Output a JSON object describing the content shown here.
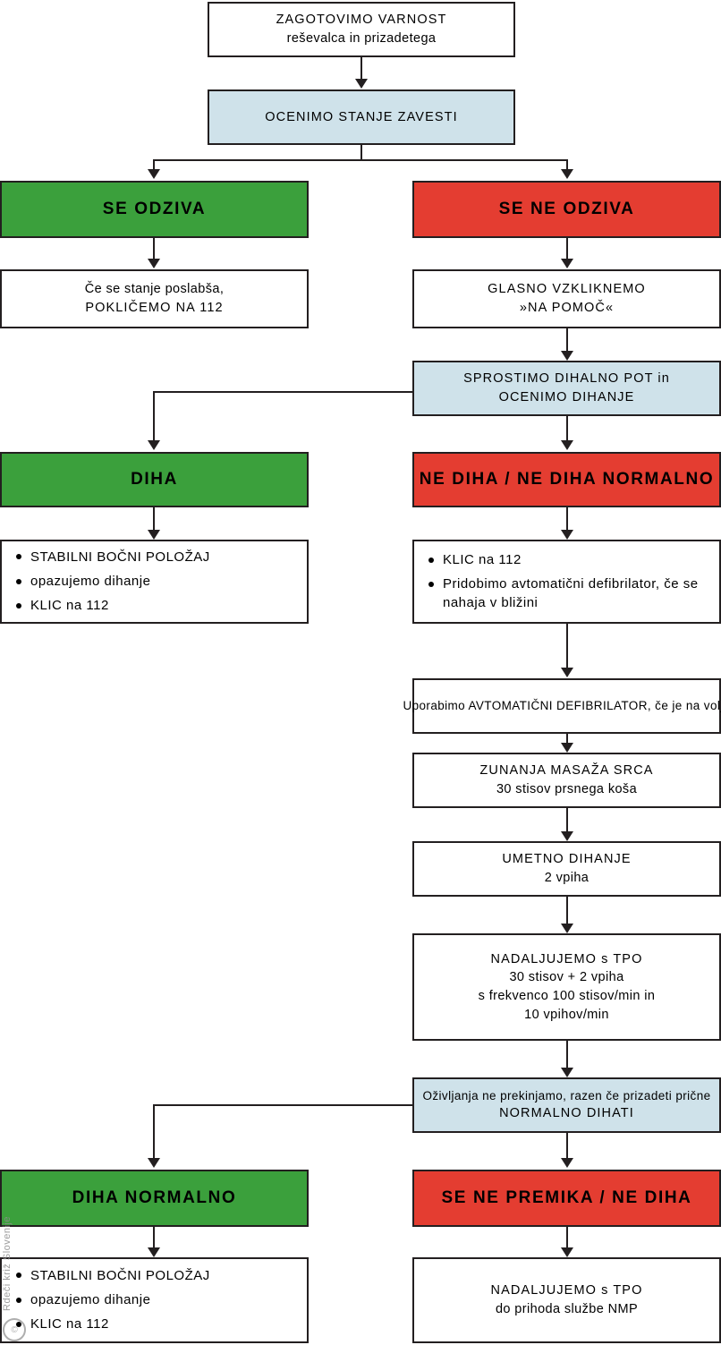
{
  "diagram": {
    "title_text": "ZAGOTOVIMO VARNOST",
    "palette": {
      "green": "#3ba03c",
      "red": "#e43d31",
      "blue": "#cfe2ea",
      "line": "#231f20",
      "white": "#ffffff"
    }
  },
  "nodes": {
    "safety": {
      "line1": "ZAGOTOVIMO VARNOST",
      "line2": "reševalca in prizadetega"
    },
    "assess_consciousness": {
      "line1": "OCENIMO STANJE ZAVESTI"
    },
    "responds": {
      "line1": "SE ODZIVA"
    },
    "not_responds": {
      "line1": "SE NE ODZIVA"
    },
    "if_worsens": {
      "line1": "Če se stanje poslabša,",
      "line2": "POKLIČEMO NA 112"
    },
    "shout": {
      "line1": "GLASNO VZKLIKNEMO",
      "line2": "»NA POMOČ«"
    },
    "airway": {
      "line1": "SPROSTIMO DIHALNO POT in",
      "line2": "OCENIMO DIHANJE"
    },
    "breathes": {
      "line1": "DIHA"
    },
    "not_breathing": {
      "line1": "NE DIHA / NE DIHA NORMALNO"
    },
    "recovery_list": {
      "items": [
        "STABILNI BOČNI POLOŽAJ",
        "opazujemo dihanje",
        "KLIC na 112"
      ]
    },
    "call_aed_list": {
      "items": [
        "KLIC na 112",
        "Pridobimo avtomatični defibrilator, če se nahaja v bližini"
      ]
    },
    "use_aed": {
      "line1": "Uporabimo AVTOMATIČNI DEFIBRILATOR, če je na voljo"
    },
    "compressions": {
      "line1": "ZUNANJA MASAŽA SRCA",
      "line2": "30 stisov prsnega koša"
    },
    "rescue_breaths": {
      "line1": "UMETNO DIHANJE",
      "line2": "2 vpiha"
    },
    "continue_cpr": {
      "line1": "NADALJUJEMO s TPO",
      "line2": "30 stisov + 2 vpiha",
      "line3": "s frekvenco 100 stisov/min in",
      "line4": "10 vpihov/min"
    },
    "do_not_stop": {
      "line1": "Oživljanja ne prekinjamo, razen če prizadeti prične",
      "line2": "NORMALNO DIHATI"
    },
    "breathes_normally": {
      "line1": "DIHA NORMALNO"
    },
    "no_movement": {
      "line1": "SE NE PREMIKA / NE DIHA"
    },
    "recovery_list2": {
      "items": [
        "STABILNI BOČNI POLOŽAJ",
        "opazujemo dihanje",
        "KLIC na 112"
      ]
    },
    "continue_until_ems": {
      "line1": "NADALJUJEMO s TPO",
      "line2": "do prihoda službe NMP"
    }
  },
  "watermark": {
    "text": "Rdeči križ Slovenije",
    "logo_glyph": "©"
  }
}
